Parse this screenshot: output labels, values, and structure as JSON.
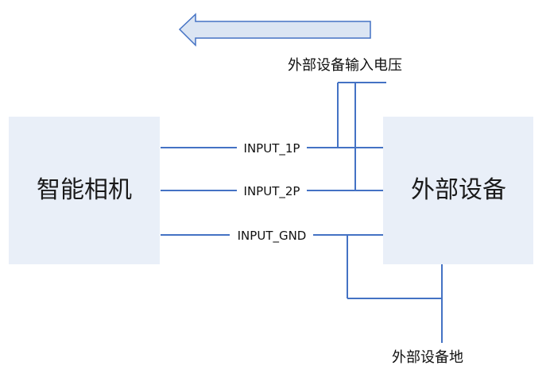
{
  "boxes": {
    "camera": {
      "label": "智能相机"
    },
    "device": {
      "label": "外部设备"
    }
  },
  "signals": {
    "input_1p": "INPUT_1P",
    "input_2p": "INPUT_2P",
    "input_gnd": "INPUT_GND"
  },
  "external": {
    "voltage": "外部设备输入电压",
    "ground": "外部设备地"
  },
  "colors": {
    "box_fill": "#e9eff8",
    "line": "#4472c4",
    "arrow_fill": "#dbe5f3",
    "arrow_stroke": "#4472c4"
  }
}
